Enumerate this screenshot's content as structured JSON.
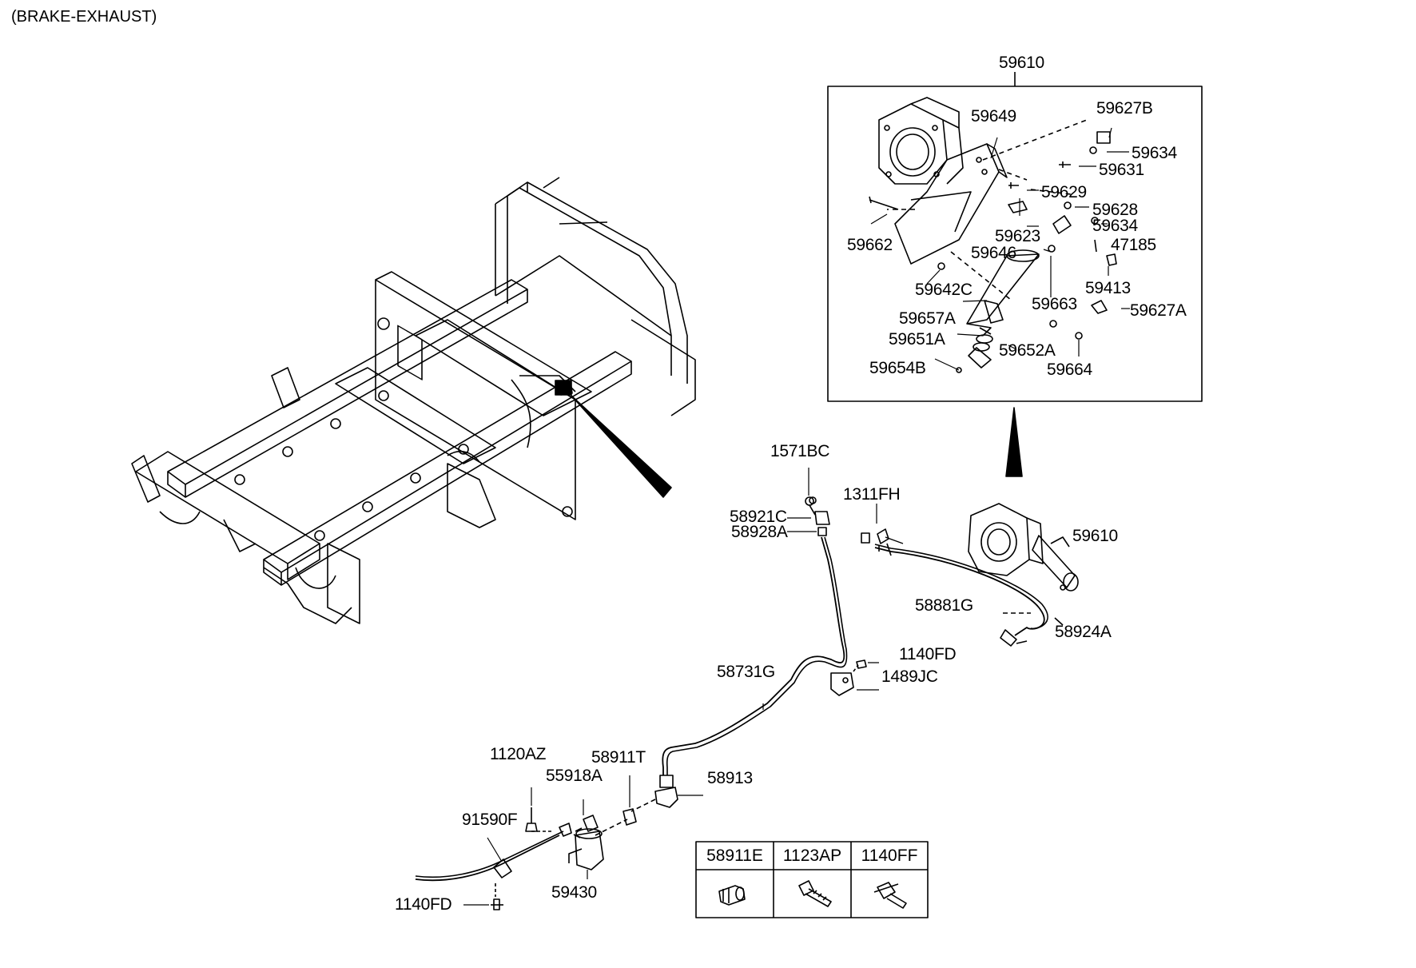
{
  "title": "(BRAKE-EXHAUST)",
  "labels": {
    "l59610_top": "59610",
    "l59649": "59649",
    "l59627B": "59627B",
    "l59634a": "59634",
    "l59631": "59631",
    "l59629": "59629",
    "l59628": "59628",
    "l59634b": "59634",
    "l59662": "59662",
    "l59623": "59623",
    "l47185": "47185",
    "l59646": "59646",
    "l59642C": "59642C",
    "l59413": "59413",
    "l59663": "59663",
    "l59627A": "59627A",
    "l59657A": "59657A",
    "l59651A": "59651A",
    "l59652A": "59652A",
    "l59654B": "59654B",
    "l59664": "59664",
    "l1571BC": "1571BC",
    "l1311FH": "1311FH",
    "l58921C": "58921C",
    "l58928A": "58928A",
    "l59610_mid": "59610",
    "l58881G": "58881G",
    "l58924A": "58924A",
    "l1140FD_mid": "1140FD",
    "l1489JC": "1489JC",
    "l58731G": "58731G",
    "l1120AZ": "1120AZ",
    "l58911T": "58911T",
    "l55918A": "55918A",
    "l58913": "58913",
    "l91590F": "91590F",
    "l1140FD_bot": "1140FD",
    "l59430": "59430"
  },
  "parts_table": {
    "headers": [
      "58911E",
      "1123AP",
      "1140FF"
    ]
  }
}
